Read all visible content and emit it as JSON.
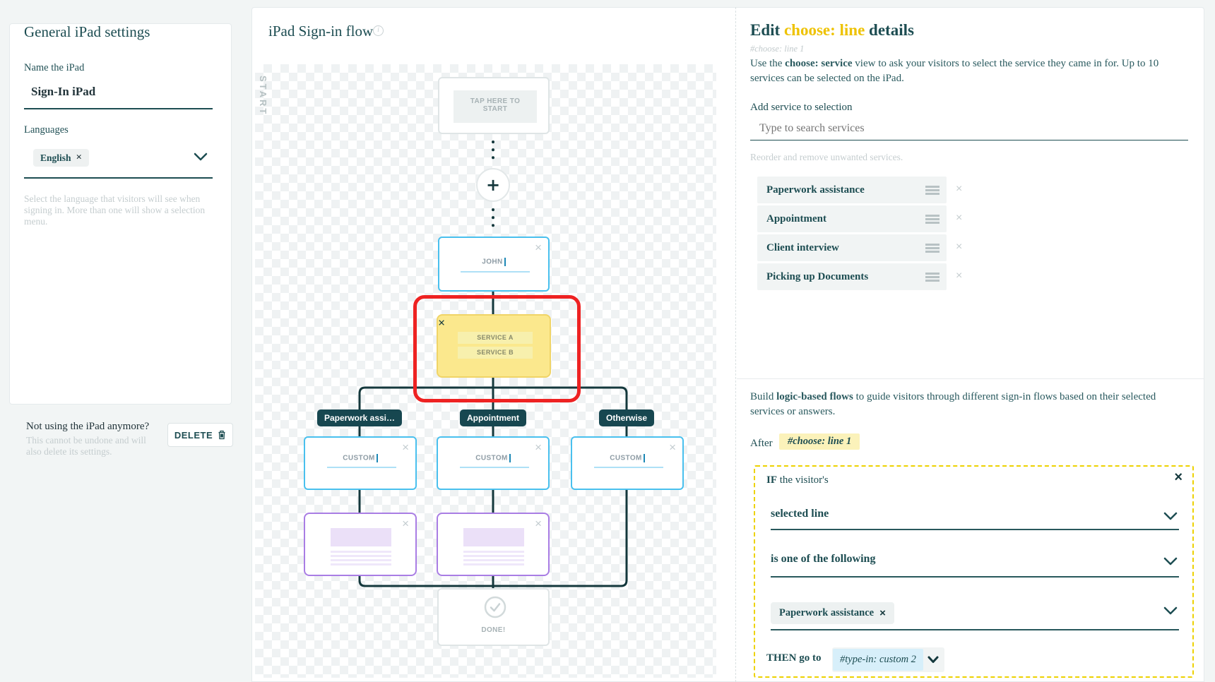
{
  "left_panel": {
    "title": "General iPad settings",
    "name_label": "Name the iPad",
    "name_value": "Sign-In iPad",
    "languages_label": "Languages",
    "language_chip": "English",
    "language_help": "Select the language that visitors will see when signing in. More than one will show a selection menu.",
    "delete_heading": "Not using the iPad anymore?",
    "delete_note": "This cannot be undone and will also delete its settings.",
    "delete_button": "DELETE"
  },
  "flow_panel": {
    "title": "iPad Sign-in flow",
    "start_label": "START",
    "tap_box_line1": "TAP HERE TO",
    "tap_box_line2": "START",
    "john_value": "JOHN",
    "service_a": "SERVICE A",
    "service_b": "SERVICE B",
    "branches": [
      "Paperwork assi…",
      "Appointment",
      "Otherwise"
    ],
    "custom_value": "CUSTOM",
    "done_label": "DONE!"
  },
  "details_panel": {
    "title_prefix": "Edit ",
    "title_highlight": "choose: line",
    "title_suffix": " details",
    "subtitle": "#choose: line 1",
    "desc_pre": "Use the ",
    "desc_bold": "choose: service",
    "desc_post": " view to ask your visitors to select the service they came in for. Up to 10 services can be selected on the iPad.",
    "add_label": "Add service to selection",
    "search_placeholder": "Type to search services",
    "reorder_hint": "Reorder and remove unwanted services.",
    "services": [
      "Paperwork assistance",
      "Appointment",
      "Client interview",
      "Picking up Documents"
    ],
    "logic_pre": "Build ",
    "logic_bold": "logic-based flows",
    "logic_post": " to guide visitors through different sign-in flows based on their selected services or answers.",
    "after_label": "After",
    "after_chip": "#choose: line 1",
    "if_bold": "IF",
    "if_rest": " the visitor's",
    "condition_field": "selected line",
    "condition_operator": "is one of the following",
    "condition_value": "Paperwork assistance",
    "then_label": "THEN go to",
    "then_chip": "#type-in: custom 2"
  },
  "colors": {
    "accent_yellow": "#eec200",
    "teal_dark": "#1d4d52",
    "flow_line": "#14383c",
    "blue_border": "#49c0ee",
    "purple_border": "#a97de4",
    "red_highlight": "#ee2222"
  }
}
